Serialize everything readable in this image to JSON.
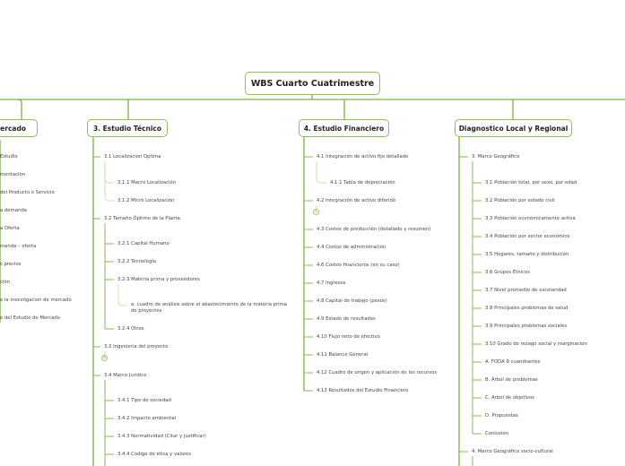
{
  "root": {
    "label": "WBS Cuarto Cuatrimestre"
  },
  "branches": [
    {
      "id": "mercado",
      "label": "Mercado"
    },
    {
      "id": "tecnico",
      "label": "3. Estudio Técnico"
    },
    {
      "id": "financiero",
      "label": "4. Estudio Financiero"
    },
    {
      "id": "diagnostico",
      "label": "Diagnostico Local y Regional"
    }
  ],
  "mercado_items": [
    "Estudio",
    "mentación",
    "del Producto o Servicio",
    "a demanda",
    "a Oferta",
    "manda – oferta",
    "s precios",
    "ción",
    "e la investigación de mercado",
    "e del Estudio de Mercado"
  ],
  "tecnico_items": {
    "i31": "3.1 Localización Optima",
    "i311": "3.1.1 Macro Localización",
    "i312": "3.1.2 Micro Localización",
    "i32": "3.2 Tamaño Óptimo de la Planta",
    "i321": "3.2.1 Capital Humano",
    "i322": "3.2.2 Tecnología",
    "i323": "3.2.3 Materia prima y proveedores",
    "i323a": "a. cuadro de análisis sobre el abastecimiento de la materia prima de proyectos",
    "i324": "3.2.4 Otros",
    "i33": "3.3 Ingeniería del proyecto",
    "i33_badge": "6",
    "i34": "3.4 Marco Jurídico",
    "i341": "3.4.1 Tipo de sociedad",
    "i342": "3.4.2 Impacto ambiental",
    "i343": "3.4.3 Normatividad (Citar y justificar)",
    "i344": "3.4.4 Código de ética y valores"
  },
  "financiero_items": {
    "f41": "4.1 Integración de activo fijo detallado",
    "f411": "4.1.1 Tabla de depreciación",
    "f42": "4.2 Integración de activo diferido",
    "f42_badge": "1",
    "f43": "4.3 Costos de producción (detallado y resumen)",
    "f44": "4.4 Costos de administración",
    "f46": "4.6 Costos financieros (en su caso)",
    "f47": "4.7 Ingresos",
    "f48": "4.8 Capital de trabajo (pesos)",
    "f49": "4.9 Estado de resultados",
    "f410": "4.10 Flujo neto de efectivo",
    "f411b": "4.11 Balance General",
    "f412": "4.12 Cuadro de origen y aplicación de los recursos",
    "f413": "4.13 Resultados del Estudio Financiero"
  },
  "diagnostico_items": {
    "d3": "3. Marco Geográfico",
    "subs": [
      "3.1 Población total, por sexo, por edad",
      "3.2 Población por estado civil",
      "3.3 Población económicamente activa",
      "3.4 Población por sector económico",
      "3.5 Hogares, tamaño y distribución",
      "3.6 Grupos Étnicos",
      "3.7 Nivel promedio de escolaridad",
      "3.8 Principales problemas de salud",
      "3.9 Principales problemas sociales",
      "3.10 Grado de rezago social y marginacion",
      "A. FODA 9 cuandrantes",
      "B. Árbol de problemas",
      "C. Árbol de objetivos",
      "D. Propuestas",
      "Conlusión"
    ],
    "d4": "4. Marco Geográfico socio-cultural"
  },
  "colors": {
    "line": "#7cb342",
    "line_light": "#c5e1a5",
    "border": "#8bc34a"
  }
}
